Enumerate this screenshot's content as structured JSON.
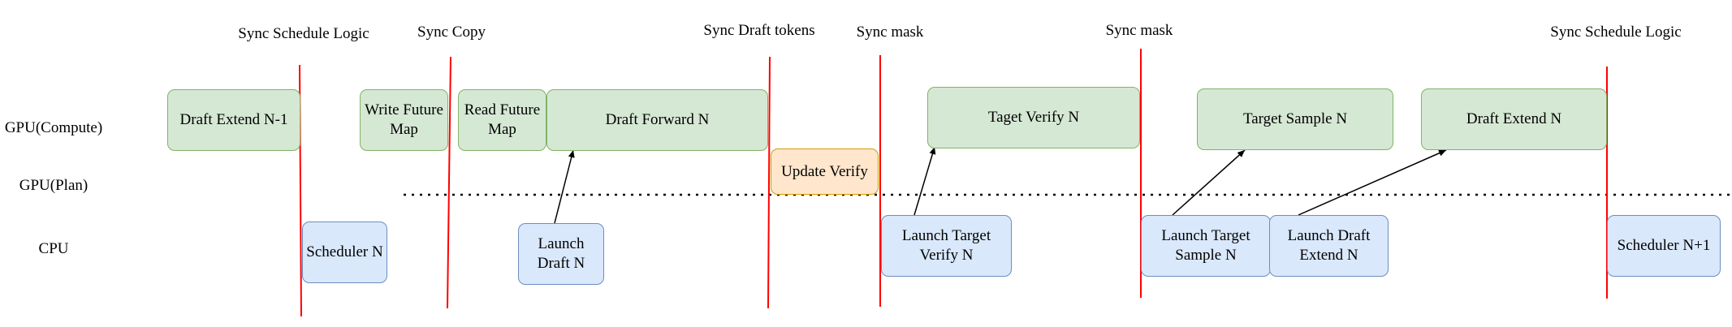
{
  "row_labels": {
    "gpu_compute": "GPU(Compute)",
    "gpu_plan": "GPU(Plan)",
    "cpu": "CPU"
  },
  "sync_labels": {
    "sync_schedule_logic_1": "Sync Schedule Logic",
    "sync_copy": "Sync Copy",
    "sync_draft_tokens": "Sync Draft tokens",
    "sync_mask_1": "Sync mask",
    "sync_mask_2": "Sync mask",
    "sync_schedule_logic_2": "Sync Schedule Logic"
  },
  "nodes": {
    "draft_extend_prev": {
      "text": "Draft Extend N-1"
    },
    "write_future_map": {
      "line1": "Write Future",
      "line2": "Map"
    },
    "read_future_map": {
      "line1": "Read Future",
      "line2": "Map"
    },
    "draft_forward": {
      "text": "Draft Forward N"
    },
    "update_verify": {
      "text": "Update Verify"
    },
    "target_verify": {
      "text": "Taget Verify N"
    },
    "target_sample": {
      "text": "Target Sample N"
    },
    "draft_extend": {
      "text": "Draft Extend N"
    },
    "scheduler_n": {
      "text": "Scheduler N"
    },
    "launch_draft": {
      "line1": "Launch",
      "line2": "Draft N"
    },
    "launch_target_verify": {
      "line1": "Launch Target",
      "line2": "Verify N"
    },
    "launch_target_sample": {
      "line1": "Launch Target",
      "line2": "Sample N"
    },
    "launch_draft_extend": {
      "line1": "Launch Draft",
      "line2": "Extend N"
    },
    "scheduler_next": {
      "text": "Scheduler N+1"
    }
  },
  "colors": {
    "compute": "#d5e8d4",
    "compute_border": "#82b366",
    "cpu": "#dae8fc",
    "cpu_border": "#6c8ebf",
    "plan": "#ffe6cc",
    "plan_border": "#d79b00",
    "sync_line": "#ff0000"
  }
}
